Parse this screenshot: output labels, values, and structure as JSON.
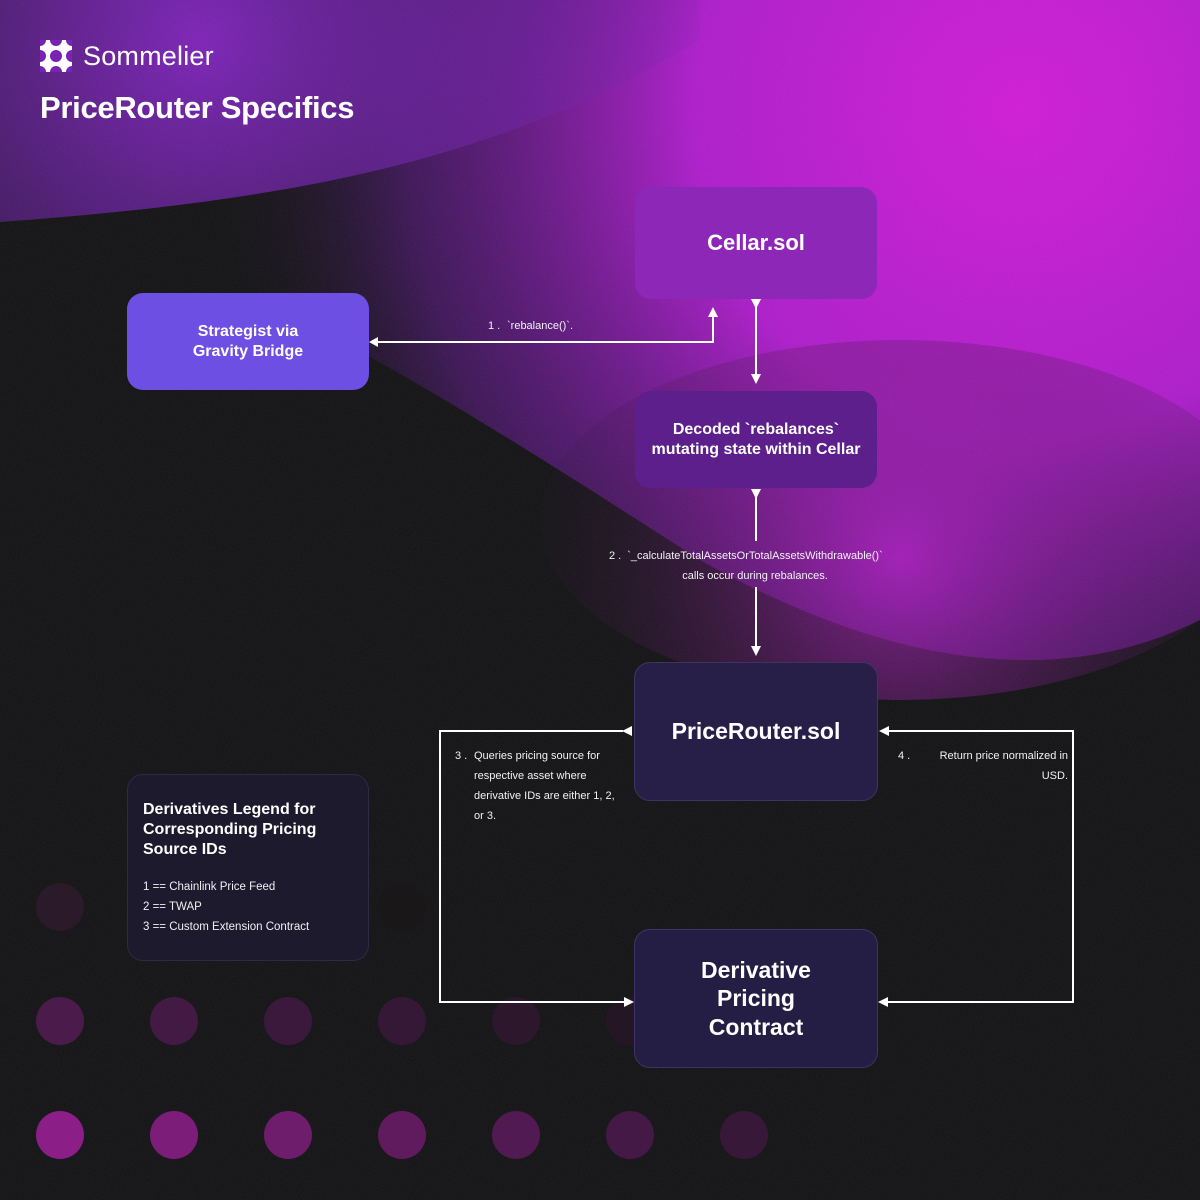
{
  "header": {
    "brand_name": "Sommelier",
    "title": "PriceRouter Specifics"
  },
  "nodes": {
    "cellar": "Cellar.sol",
    "strategist": [
      "Strategist via",
      "Gravity Bridge"
    ],
    "decoded": [
      "Decoded `rebalances`",
      "mutating state within Cellar"
    ],
    "pricerouter": "PriceRouter.sol",
    "derivative": [
      "Derivative",
      "Pricing",
      "Contract"
    ]
  },
  "edges": {
    "e1": {
      "num": "1 .",
      "text": "`rebalance()`."
    },
    "e2": {
      "num": "2 .",
      "lines": [
        "`_calculateTotalAssetsOrTotalAssetsWithdrawable()`",
        "calls occur during rebalances."
      ]
    },
    "e3": {
      "num": "3 .",
      "text": "Queries pricing source for respective asset where derivative IDs are either 1, 2, or 3."
    },
    "e4": {
      "num": "4 .",
      "text": "Return price normalized in USD."
    }
  },
  "legend": {
    "title": "Derivatives Legend for Corresponding Pricing Source IDs",
    "items": [
      "1 == Chainlink Price Feed",
      "2 == TWAP",
      "3 == Custom Extension Contract"
    ]
  },
  "colors": {
    "background": "#121214",
    "magenta_glow": "#c81ed0",
    "purple_glow": "#7a1fb0",
    "strategist_node": "#6e4fe3",
    "cellar_node": "#8c27b8",
    "decoded_node": "#5c1f8c",
    "dark_node": "#271f48",
    "connector": "#ffffff"
  }
}
